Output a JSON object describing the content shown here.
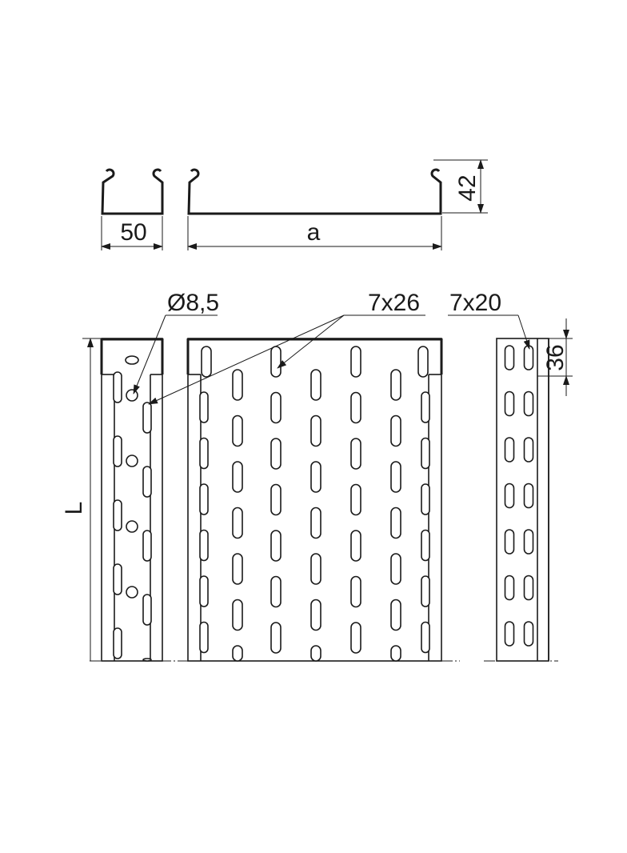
{
  "drawing": {
    "labels": {
      "width_small": "50",
      "width_a": "a",
      "height": "42",
      "hole_diameter": "Ø8,5",
      "slot_bottom": "7x26",
      "slot_side": "7x20",
      "slot_pitch": "36",
      "length": "L"
    },
    "line_color": "#1a1a1a"
  }
}
